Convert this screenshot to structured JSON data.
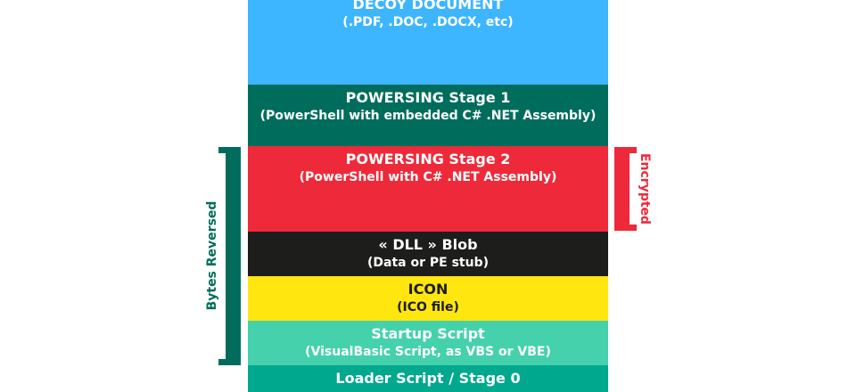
{
  "layers": [
    {
      "title": "DECOY DOCUMENT",
      "subtitle": "(.PDF, .DOC, .DOCX, etc)",
      "color": "#3db5ff"
    },
    {
      "title": "POWERSING Stage 1",
      "subtitle": "(PowerShell with embedded C# .NET Assembly)",
      "color": "#006d5c"
    },
    {
      "title": "POWERSING Stage 2",
      "subtitle": "(PowerShell with C# .NET Assembly)",
      "color": "#ee2a3a"
    },
    {
      "title": "« DLL » Blob",
      "subtitle": "(Data or PE stub)",
      "color": "#1d1d1b"
    },
    {
      "title": "ICON",
      "subtitle": "(ICO file)",
      "color": "#ffe60f"
    },
    {
      "title": "Startup Script",
      "subtitle": "(VisualBasic Script, as VBS or VBE)",
      "color": "#45d1ac"
    },
    {
      "title": "Loader Script / Stage 0",
      "color": "#00a88e"
    }
  ],
  "brackets": {
    "left_label": "Bytes Reversed",
    "right_label": "Encrypted"
  }
}
